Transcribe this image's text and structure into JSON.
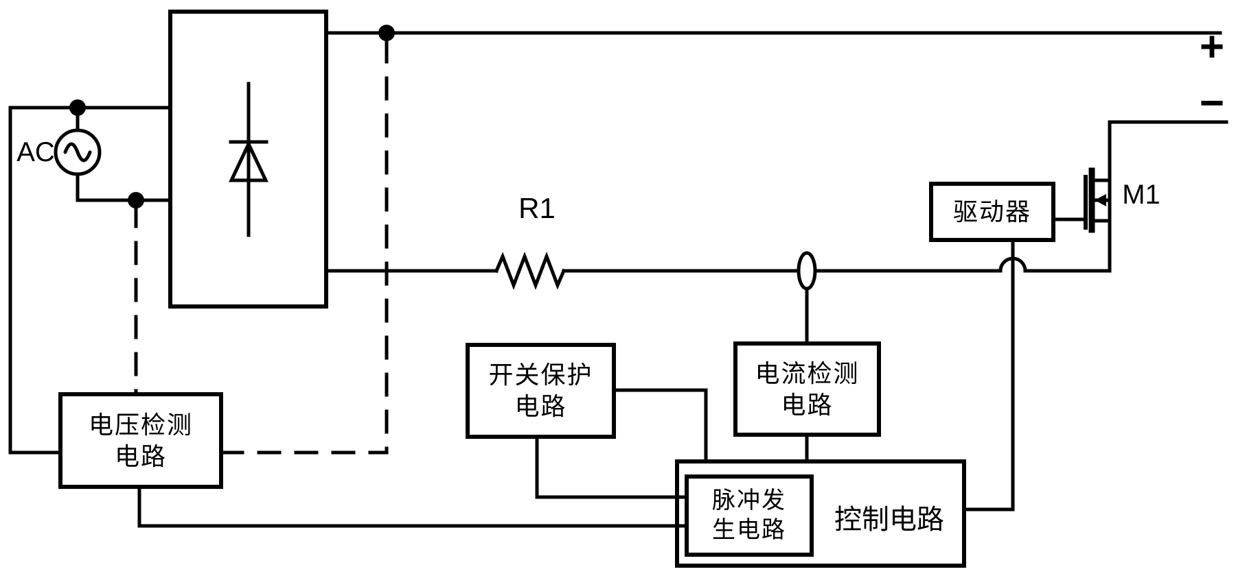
{
  "diagram": {
    "background": "#ffffff",
    "line_color": "#000000",
    "terminals": {
      "plus": "+",
      "minus": "−"
    },
    "components": {
      "ac_source": {
        "label": "AC"
      },
      "resistor": {
        "label": "R1"
      },
      "mosfet": {
        "label": "M1"
      }
    },
    "boxes": {
      "voltage_detection": {
        "line1": "电压检测",
        "line2": "电路"
      },
      "switch_protection": {
        "line1": "开关保护",
        "line2": "电路"
      },
      "current_detection": {
        "line1": "电流检测",
        "line2": "电路"
      },
      "pulse_generation": {
        "line1": "脉冲发",
        "line2": "生电路"
      },
      "control": {
        "label": "控制电路"
      },
      "driver": {
        "label": "驱动器"
      }
    }
  }
}
